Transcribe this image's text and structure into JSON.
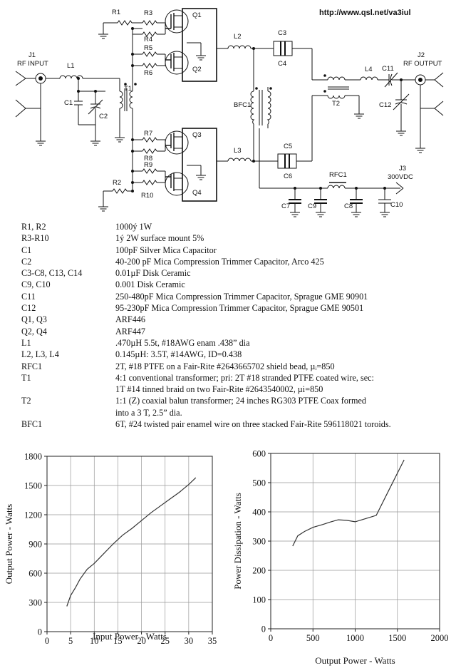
{
  "header": {
    "url": "http://www.qsl.net/va3iul"
  },
  "schematic": {
    "labels": {
      "j1": "J1",
      "rf_input": "RF INPUT",
      "l1": "L1",
      "c1": "C1",
      "c2": "C2",
      "t1": "T1",
      "r1": "R1",
      "r2": "R2",
      "r3": "R3",
      "r4": "R4",
      "r5": "R5",
      "r6": "R6",
      "r7": "R7",
      "r8": "R8",
      "r9": "R9",
      "r10": "R10",
      "q1": "Q1",
      "q2": "Q2",
      "q3": "Q3",
      "q4": "Q4",
      "l2": "L2",
      "l3": "L3",
      "l4": "L4",
      "c3": "C3",
      "c4": "C4",
      "c5": "C5",
      "c6": "C6",
      "c7": "C7",
      "c8": "C8",
      "c9": "C9",
      "c10": "C10",
      "c11": "C11",
      "c12": "C12",
      "bfc1": "BFC1",
      "t2": "T2",
      "rfc1": "RFC1",
      "j2": "J2",
      "rf_output": "RF OUTPUT",
      "j3": "J3",
      "vdc": "300VDC"
    }
  },
  "parts_list": [
    {
      "ref": "R1, R2",
      "desc": "1000ý 1W"
    },
    {
      "ref": "R3-R10",
      "desc": "1ý 2W surface mount 5%"
    },
    {
      "ref": "C1",
      "desc": "100pF Silver Mica Capacitor"
    },
    {
      "ref": "C2",
      "desc": "40-200 pF Mica Compression Trimmer Capacitor, Arco 425"
    },
    {
      "ref": "C3-C8, C13, C14",
      "desc": "0.01µF Disk Ceramic"
    },
    {
      "ref": "C9, C10",
      "desc": "0.001 Disk Ceramic"
    },
    {
      "ref": "C11",
      "desc": "250-480pF Mica Compression Trimmer Capacitor, Sprague GME 90901"
    },
    {
      "ref": "C12",
      "desc": "95-230pF Mica Compression Trimmer Capacitor, Sprague GME 90501"
    },
    {
      "ref": "Q1, Q3",
      "desc": "ARF446"
    },
    {
      "ref": "Q2, Q4",
      "desc": "ARF447"
    },
    {
      "ref": "L1",
      "desc": ".470µH 5.5t, #18AWG enam .438” dia"
    },
    {
      "ref": "L2, L3, L4",
      "desc": "0.145µH: 3.5T, #14AWG, ID=0.438"
    },
    {
      "ref": "RFC1",
      "desc": "2T, #18 PTFE on a Fair-Rite #2643665702 shield bead, µᵢ=850"
    },
    {
      "ref": "T1",
      "desc": "4:1 conventional transformer; pri: 2T #18 stranded PTFE coated wire, sec:\n1T #14 tinned braid on two Fair-Rite #2643540002, µi=850"
    },
    {
      "ref": "T2",
      "desc": "1:1 (Z) coaxial balun transformer; 24 inches RG303 PTFE Coax formed\ninto a 3 T, 2.5”   dia."
    },
    {
      "ref": "BFC1",
      "desc": "6T, #24 twisted pair enamel wire on three stacked Fair-Rite 596118021 toroids."
    }
  ],
  "chart_data": [
    {
      "type": "line",
      "xlabel": "Input Power - Watts",
      "ylabel": "Output Power - Watts",
      "xlim": [
        0,
        35
      ],
      "ylim": [
        0,
        1800
      ],
      "xticks": [
        "0",
        "5",
        "10",
        "15",
        "20",
        "25",
        "30",
        "35"
      ],
      "yticks": [
        "0",
        "300",
        "600",
        "900",
        "1200",
        "1500",
        "1800"
      ],
      "grid": true,
      "x": [
        4.2,
        5,
        6,
        7,
        8.5,
        10,
        12,
        14,
        16,
        18,
        20,
        22,
        24,
        26,
        28,
        30,
        31.5
      ],
      "y": [
        260,
        370,
        450,
        540,
        640,
        700,
        800,
        900,
        990,
        1060,
        1140,
        1220,
        1290,
        1360,
        1430,
        1510,
        1580
      ]
    },
    {
      "type": "line",
      "xlabel": "Output Power - Watts",
      "ylabel": "Power Dissipation - Watts",
      "xlim": [
        0,
        2000
      ],
      "ylim": [
        0,
        600
      ],
      "xticks": [
        "0",
        "500",
        "1000",
        "1500",
        "2000"
      ],
      "yticks": [
        "0",
        "100",
        "200",
        "300",
        "400",
        "500",
        "600"
      ],
      "grid": true,
      "x": [
        260,
        320,
        400,
        500,
        620,
        700,
        800,
        900,
        1000,
        1100,
        1250,
        1400,
        1580
      ],
      "y": [
        283,
        318,
        333,
        347,
        357,
        365,
        373,
        371,
        366,
        375,
        388,
        475,
        578
      ]
    }
  ]
}
